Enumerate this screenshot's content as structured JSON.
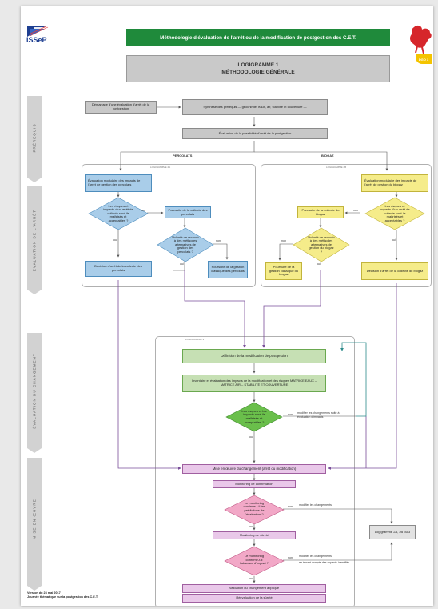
{
  "header": {
    "org_logo_text": "ISSeP",
    "title": "Méthodologie d'évaluation de l'arrêt ou de la modification de postgestion des C.E.T.",
    "region_badge": "DGO 3"
  },
  "logigramme": {
    "line1": "LOGIGRAMME 1",
    "line2": "MÉTHODOLOGIE GÉNÉRALE"
  },
  "phases": {
    "prerequis": "PRÉREQUIS",
    "evaluation_arret": "ÉVALUATION DE L'ARRÊT",
    "evaluation_changement": "ÉVALUATION DU CHANGEMENT",
    "mise_en_oeuvre": "MISE EN ŒUVRE"
  },
  "zones": {
    "left": "LOGIGRAMME 2A",
    "right": "LOGIGRAMME 2B",
    "bottom": "LOGIGRAMME 3"
  },
  "branches": {
    "left": "PERCOLATS",
    "right": "BIOGAZ"
  },
  "nodes": {
    "start": "Démarrage d'une évaluation d'arrêt de la postgestion",
    "synthese": "Synthèse des prérequis — géochimie, eaux, air, stabilité et couverture —",
    "possibilite": "Évaluation de la possibilité d'arrêt de la postgestion",
    "perc_eval": "Évaluation modulaire des impacts de l'arrêt de gestion des percolats",
    "perc_d1": "Les risques et impacts d'un arrêt de collecte sont-ils maîtrisés et acceptables ?",
    "perc_pours": "Poursuite de la collecte des percolats",
    "perc_d2": "Volonté de recourir à des méthodes alternatives de gestion des percolats ?",
    "perc_decision": "Décision d'arrêt de la collecte des percolats",
    "perc_classique": "Poursuite de la gestion classique des percolats",
    "bio_eval": "Évaluation modulaire des impacts de l'arrêt de gestion du biogaz",
    "bio_d1": "Les risques et impacts d'un arrêt de collecte sont-ils maîtrisés et acceptables ?",
    "bio_pours": "Poursuite de la collecte du biogaz",
    "bio_d2": "Volonté de recourir à des méthodes alternatives de gestion du biogaz ?",
    "bio_classique": "Poursuite de la gestion classique du biogaz",
    "bio_decision": "Décision d'arrêt de la collecte du biogaz",
    "definition": "Définition de la modification de postgestion",
    "inventaire": "Inventaire et évaluation des impacts de la modification et des risques MATRICE EAUX – MATRICE AIR – STABILITÉ ET COUVERTURE",
    "chg_d": "Les risques et les impacts sont-ils maîtrisés et acceptables ?",
    "modifier1": "modifier les changements suite à évaluation d'impacts",
    "mise": "Mise en œuvre du changement (arrêt ou modification)",
    "monitoring_conf": "Monitoring de confirmation",
    "conf_d": "Le monitoring confirme-t-il les prédictions de l'évaluation ?",
    "modifier2": "modifier les changements",
    "logigramme_ref": "Logigramme 2A, 2B ou 3",
    "monitoring_sur": "Monitoring de sûreté",
    "sur_d": "Le monitoring confirme-t-il l'absence d'impact ?",
    "modifier3a": "modifier les changements",
    "modifier3b": "en tenant compte des impacts identifiés",
    "validation": "Validation du changement appliqué",
    "reevaluation": "Réévaluation de la sûreté"
  },
  "edge_labels": {
    "oui": "oui",
    "non": "non"
  },
  "footer": {
    "line1": "Version du 23 mai 2017",
    "line2": "Journée thématique sur la postgestion des C.E.T."
  },
  "colors": {
    "title_green": "#1f8a3b",
    "percolats_blue": "#a9cde9",
    "biogaz_yellow": "#f5ec8a",
    "changement_green": "#c6e0b4",
    "mise_pink": "#e9c8e9",
    "arrow_purple": "#7a4f9a",
    "arrow_teal": "#2b8b8b",
    "walloon_red": "#d6262b"
  }
}
